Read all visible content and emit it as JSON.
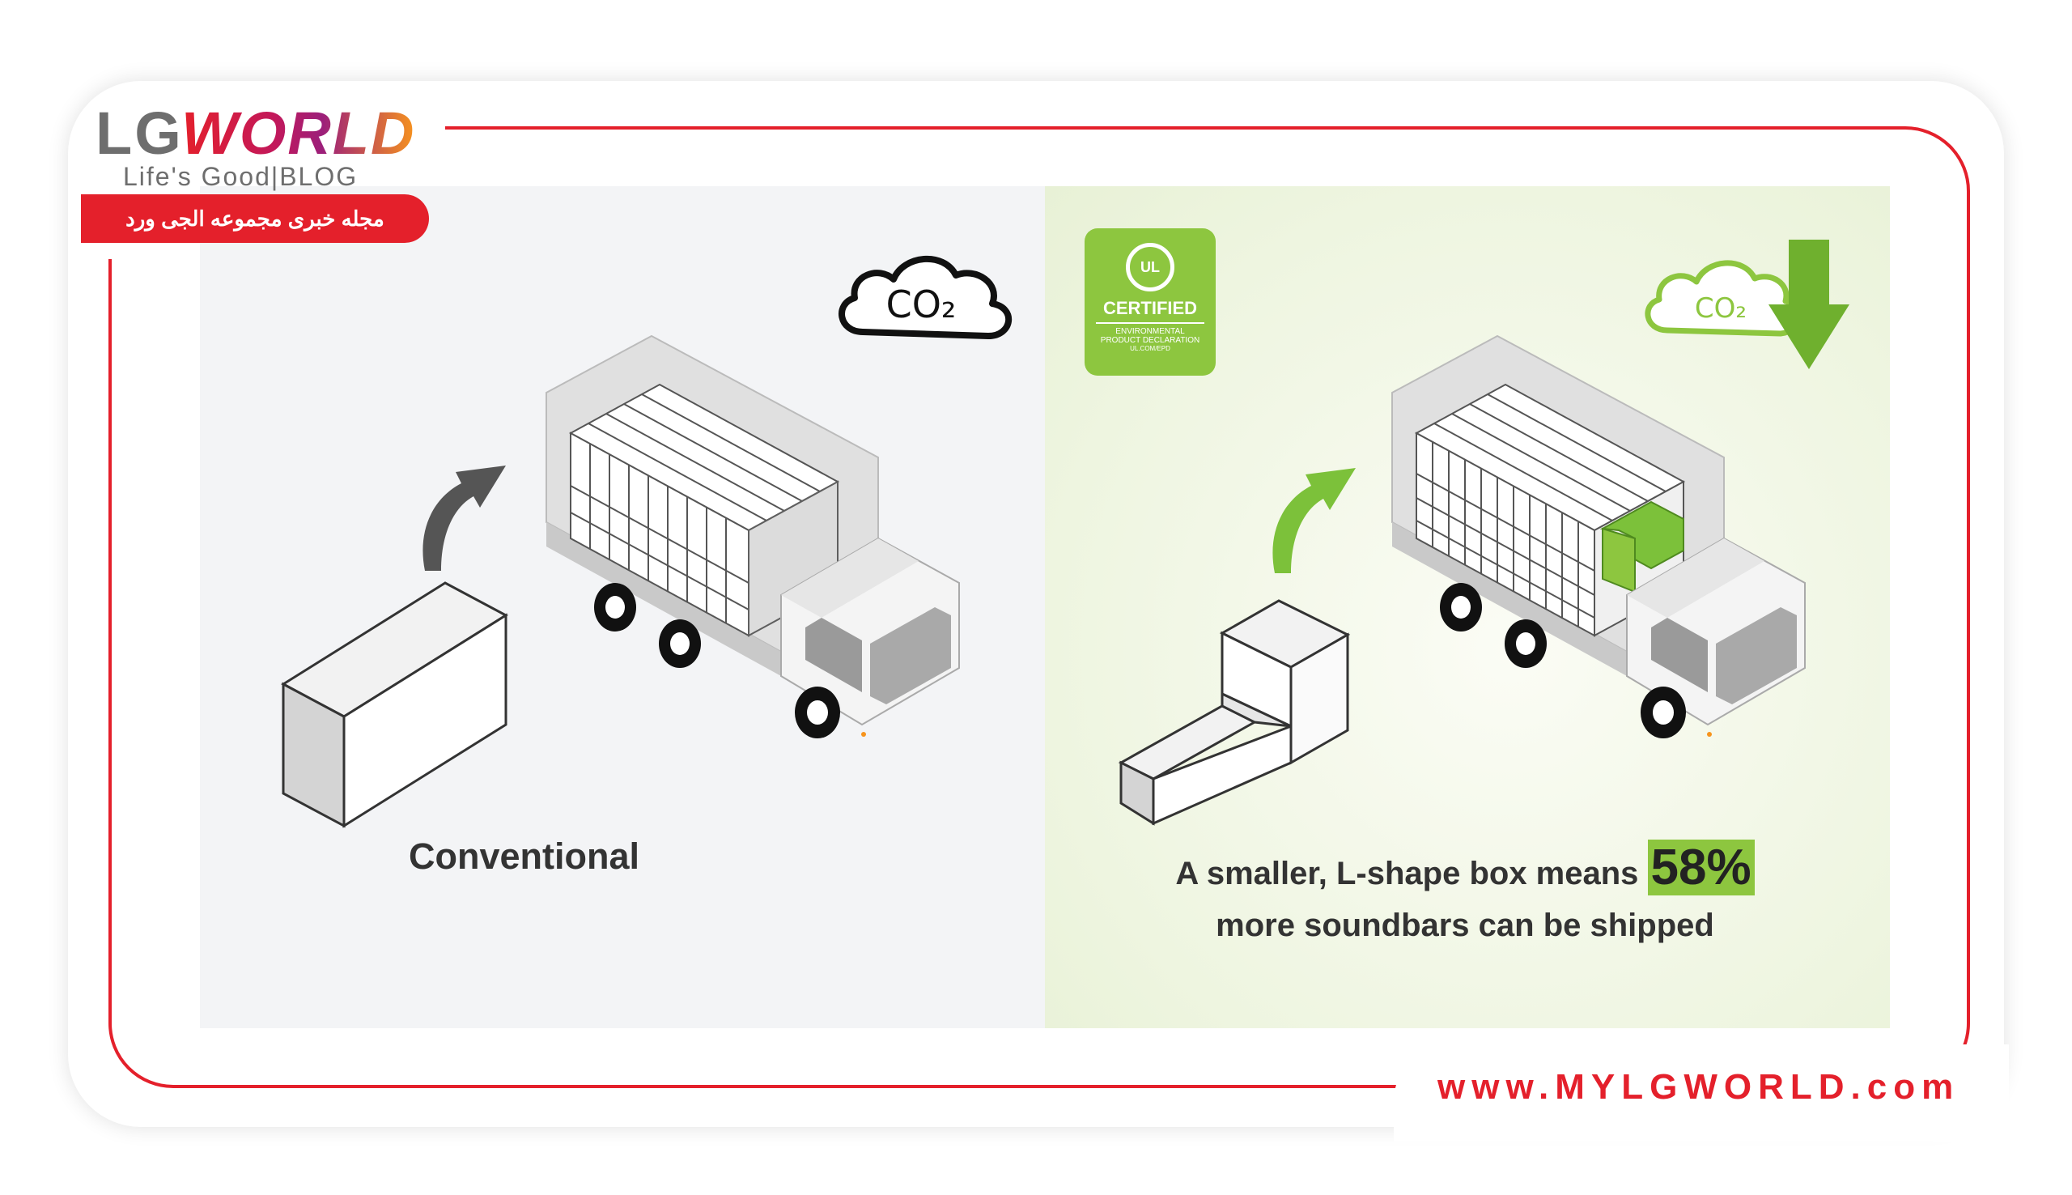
{
  "logo": {
    "brand_lg": "LG",
    "brand_world": "WORLD",
    "tagline": "Life's Good|BLOG",
    "banner_text": "مجله خبری مجموعه الجی ورد"
  },
  "left_panel": {
    "cloud_label": "CO₂",
    "caption": "Conventional"
  },
  "right_panel": {
    "badge_mark": "UL",
    "badge_title": "CERTIFIED",
    "badge_line1": "ENVIRONMENTAL",
    "badge_line2": "PRODUCT DECLARATION",
    "badge_line3": "UL.COM/EPD",
    "cloud_label": "CO₂",
    "caption_part1": "A smaller, L-shape box means",
    "caption_highlight": "58%",
    "caption_part2": "more soundbars can be shipped"
  },
  "footer": {
    "url": "www.MYLGWORLD.com"
  },
  "colors": {
    "brand_red": "#e4202b",
    "eco_green": "#8dc63f",
    "dark_text": "#333333"
  }
}
